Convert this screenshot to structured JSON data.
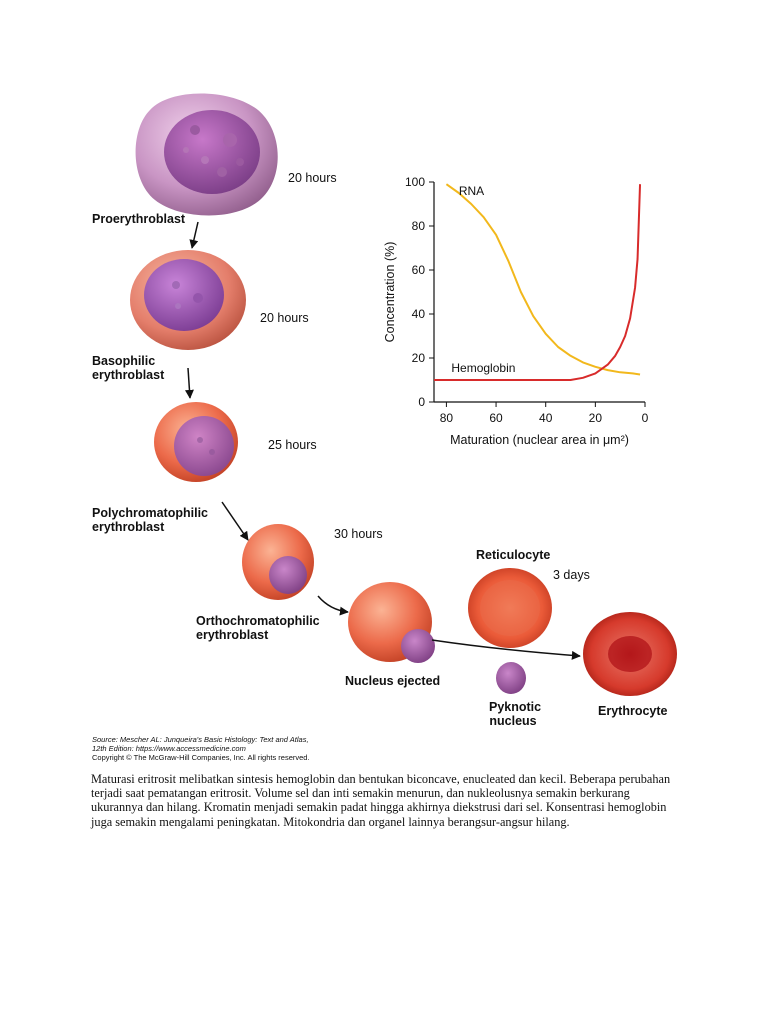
{
  "stages": [
    {
      "name": "Proerythroblast",
      "time": "20 hours"
    },
    {
      "name": "Basophilic\nerythroblast",
      "time": "20 hours"
    },
    {
      "name": "Polychromatophilic\nerythroblast",
      "time": "25 hours"
    },
    {
      "name": "Orthochromatophilic\nerythroblast",
      "time": "30 hours"
    },
    {
      "name": "Nucleus ejected"
    },
    {
      "name": "Reticulocyte",
      "time": "3 days"
    },
    {
      "name": "Pyknotic\nnucleus"
    },
    {
      "name": "Erythrocyte"
    }
  ],
  "chart_data": {
    "type": "line",
    "xlabel": "Maturation (nuclear area in μm²)",
    "ylabel": "Concentration (%)",
    "xlim": [
      85,
      0
    ],
    "ylim": [
      0,
      100
    ],
    "x_ticks": [
      "80",
      "60",
      "40",
      "20",
      "0"
    ],
    "y_ticks": [
      "0",
      "20",
      "40",
      "60",
      "80",
      "100"
    ],
    "grid": false,
    "series": [
      {
        "name": "RNA",
        "color": "#f2b81c",
        "x": [
          80,
          75,
          70,
          65,
          60,
          55,
          50,
          45,
          40,
          35,
          30,
          25,
          20,
          15,
          10,
          5,
          2
        ],
        "y": [
          99,
          95,
          90,
          84,
          76,
          64,
          50,
          39,
          31,
          25,
          21,
          18,
          16,
          14.5,
          13.5,
          13,
          12.5
        ]
      },
      {
        "name": "Hemoglobin",
        "color": "#d82b2b",
        "x": [
          85,
          60,
          40,
          30,
          25,
          20,
          15,
          12,
          10,
          8,
          6,
          4,
          3,
          2
        ],
        "y": [
          10,
          10,
          10,
          10,
          11,
          13,
          17,
          21,
          25,
          30,
          38,
          52,
          65,
          99
        ]
      }
    ]
  },
  "source": {
    "line1": "Source: Mescher AL: Junqueira's Basic Histology: Text and Atlas,",
    "line2": "12th Edition: https://www.accessmedicine.com",
    "line3": "Copyright © The McGraw-Hill Companies, Inc. All rights reserved."
  },
  "caption": "Maturasi eritrosit melibatkan sintesis hemoglobin dan bentukan biconcave, enucleated dan kecil. Beberapa perubahan terjadi saat pematangan eritrosit. Volume sel dan inti semakin menurun, dan nukleolusnya semakin berkurang ukurannya dan hilang. Kromatin menjadi semakin padat hingga akhirnya diekstrusi dari sel. Konsentrasi hemoglobin juga semakin mengalami peningkatan. Mitokondria dan organel lainnya berangsur-angsur hilang."
}
